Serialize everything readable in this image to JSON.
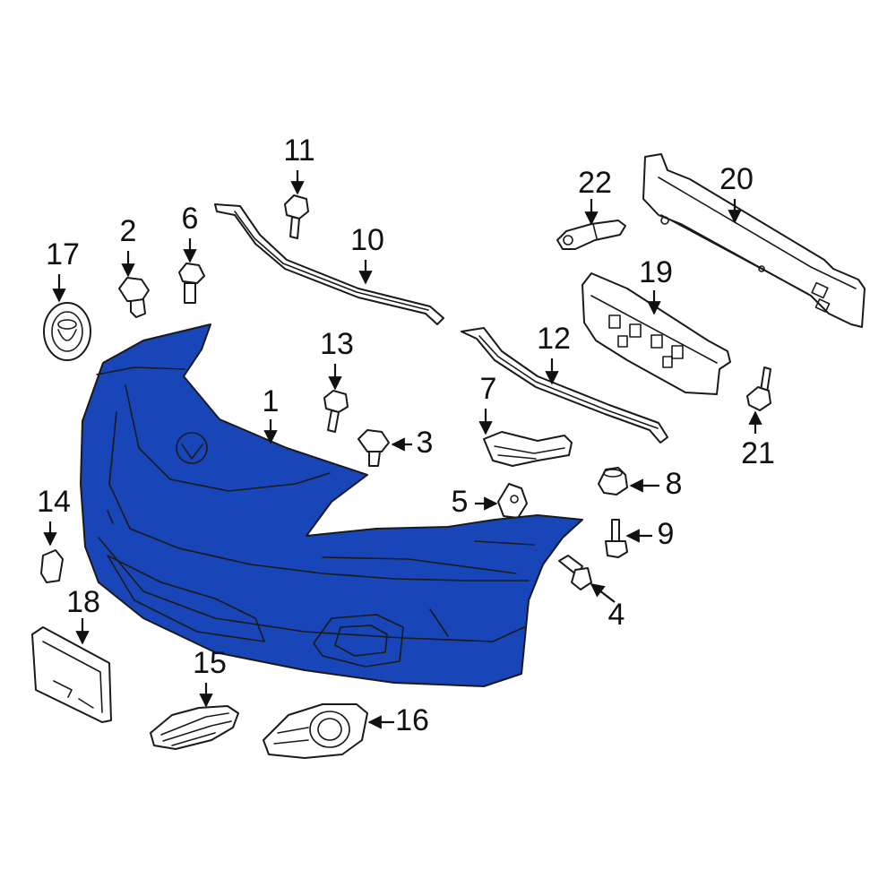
{
  "diagram": {
    "highlight_color": "#1846b8",
    "outline_color": "#1a1a1a",
    "callouts": [
      {
        "num": "1",
        "part": "bumper-cover"
      },
      {
        "num": "2",
        "part": "push-retainer"
      },
      {
        "num": "3",
        "part": "cover-retainer"
      },
      {
        "num": "4",
        "part": "screw-grommet"
      },
      {
        "num": "5",
        "part": "side-support-clip"
      },
      {
        "num": "6",
        "part": "bolt-retainer"
      },
      {
        "num": "7",
        "part": "side-bracket"
      },
      {
        "num": "8",
        "part": "clip-nut"
      },
      {
        "num": "9",
        "part": "bolt"
      },
      {
        "num": "10",
        "part": "upper-retainer"
      },
      {
        "num": "11",
        "part": "bolt"
      },
      {
        "num": "12",
        "part": "lower-retainer"
      },
      {
        "num": "13",
        "part": "bolt"
      },
      {
        "num": "14",
        "part": "tow-eye-cover"
      },
      {
        "num": "15",
        "part": "grille-insert"
      },
      {
        "num": "16",
        "part": "fog-lamp-bezel"
      },
      {
        "num": "17",
        "part": "emblem"
      },
      {
        "num": "18",
        "part": "license-bracket"
      },
      {
        "num": "19",
        "part": "energy-absorber"
      },
      {
        "num": "20",
        "part": "impact-bar"
      },
      {
        "num": "21",
        "part": "stud-bolt"
      },
      {
        "num": "22",
        "part": "hood-lock-support-bracket"
      }
    ]
  }
}
